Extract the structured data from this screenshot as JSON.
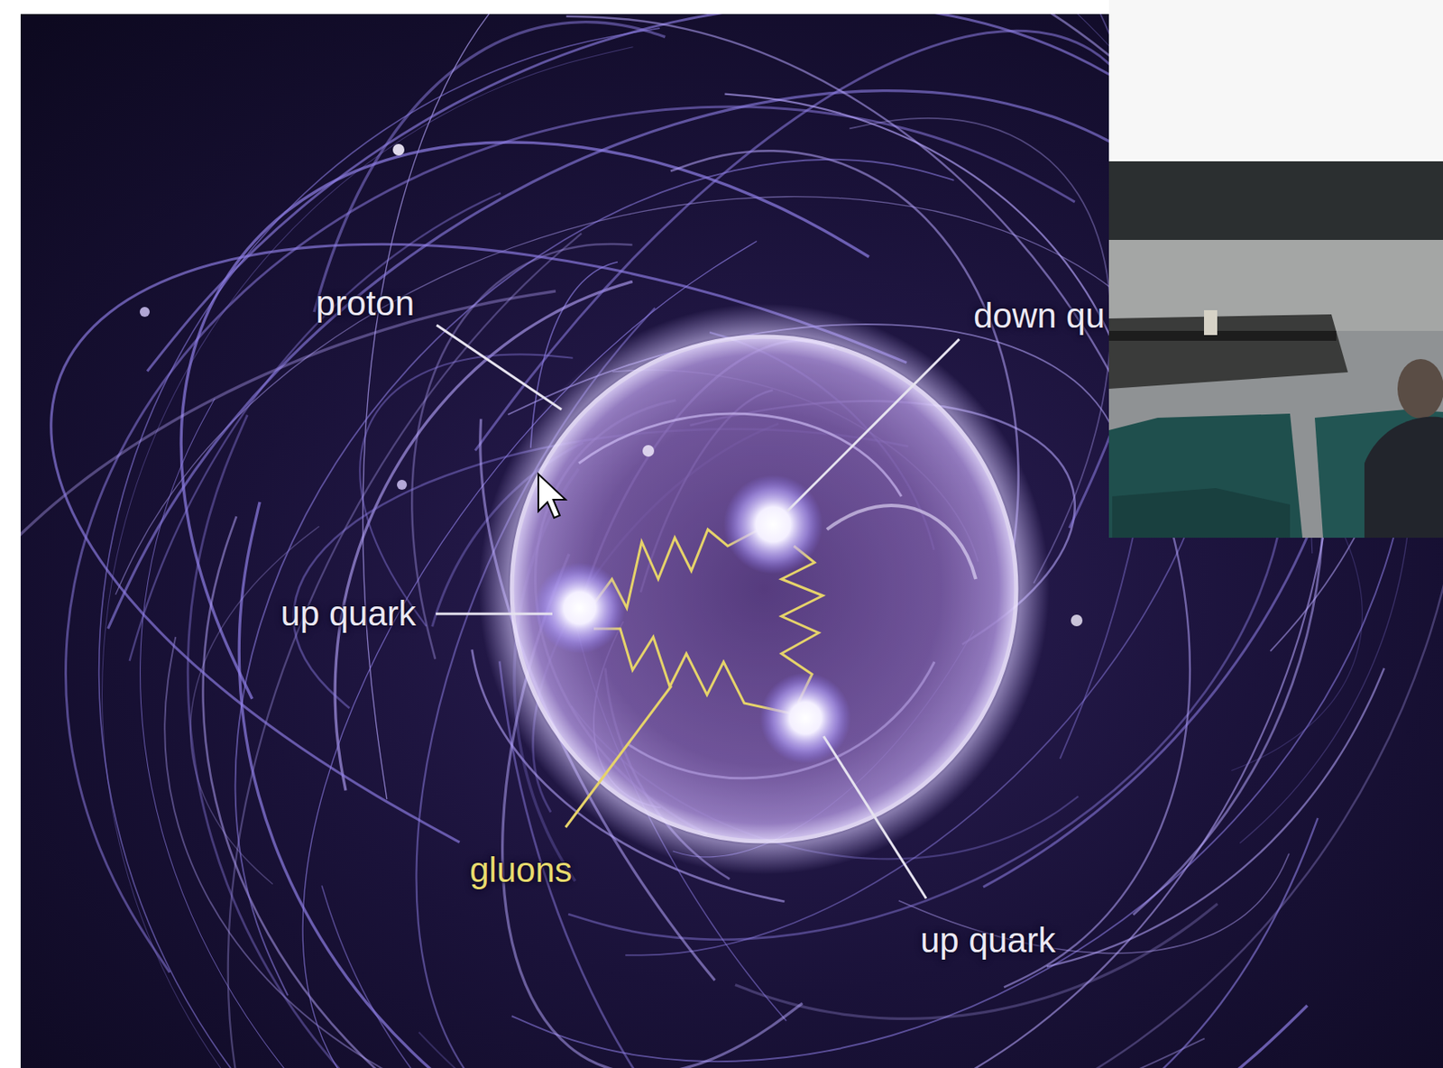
{
  "diagram": {
    "labels": [
      "proton",
      "down qu",
      "up quark",
      "gluons",
      "up quark"
    ]
  }
}
